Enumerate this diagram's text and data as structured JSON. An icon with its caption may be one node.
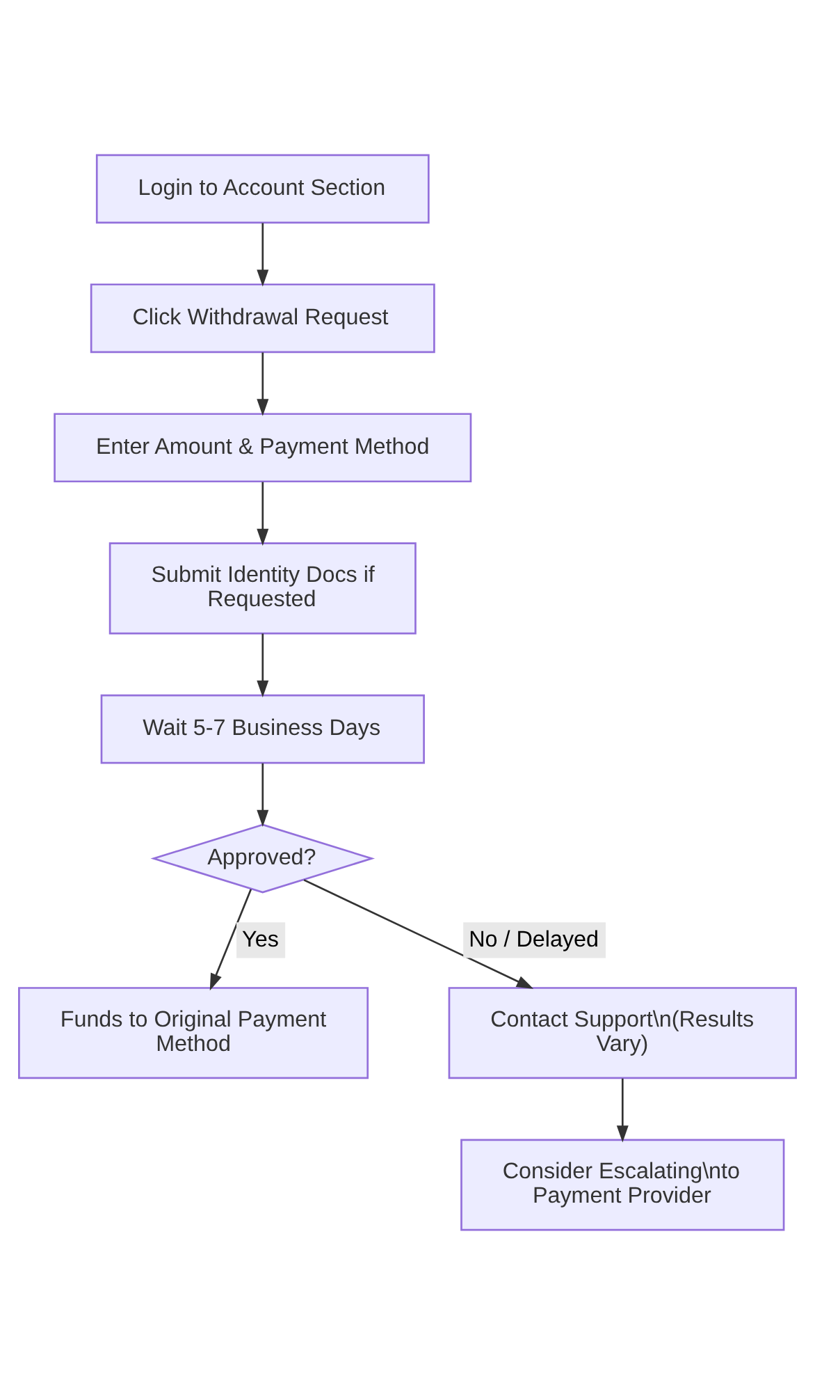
{
  "diagram": {
    "nodes": [
      {
        "text": [
          "Login to Account Section"
        ]
      },
      {
        "text": [
          "Click Withdrawal Request"
        ]
      },
      {
        "text": [
          "Enter Amount & Payment Method"
        ]
      },
      {
        "text": [
          "Submit Identity Docs if Requested"
        ]
      },
      {
        "text": [
          "Wait 5-7 Business Days"
        ]
      },
      {
        "text": [
          "Approved?"
        ]
      },
      {
        "text": [
          "Funds to Original Payment Method"
        ]
      },
      {
        "text": [
          "Contact Support\\n(Results Vary)"
        ]
      },
      {
        "text": [
          "Consider Escalating\\nto Payment Provider"
        ]
      }
    ],
    "edges": [
      {
        "from": 0,
        "to": 1,
        "arrow": "to"
      },
      {
        "from": 1,
        "to": 2,
        "arrow": "to"
      },
      {
        "from": 2,
        "to": 3,
        "arrow": "to"
      },
      {
        "from": 3,
        "to": 4,
        "arrow": "to"
      },
      {
        "from": 4,
        "to": 5,
        "arrow": "to"
      },
      {
        "from": 5,
        "to": 6,
        "arrow": "to",
        "label": "Yes"
      },
      {
        "from": 5,
        "to": 7,
        "arrow": "to",
        "label": "No / Delayed"
      },
      {
        "from": 7,
        "to": 8,
        "arrow": "to"
      }
    ]
  }
}
